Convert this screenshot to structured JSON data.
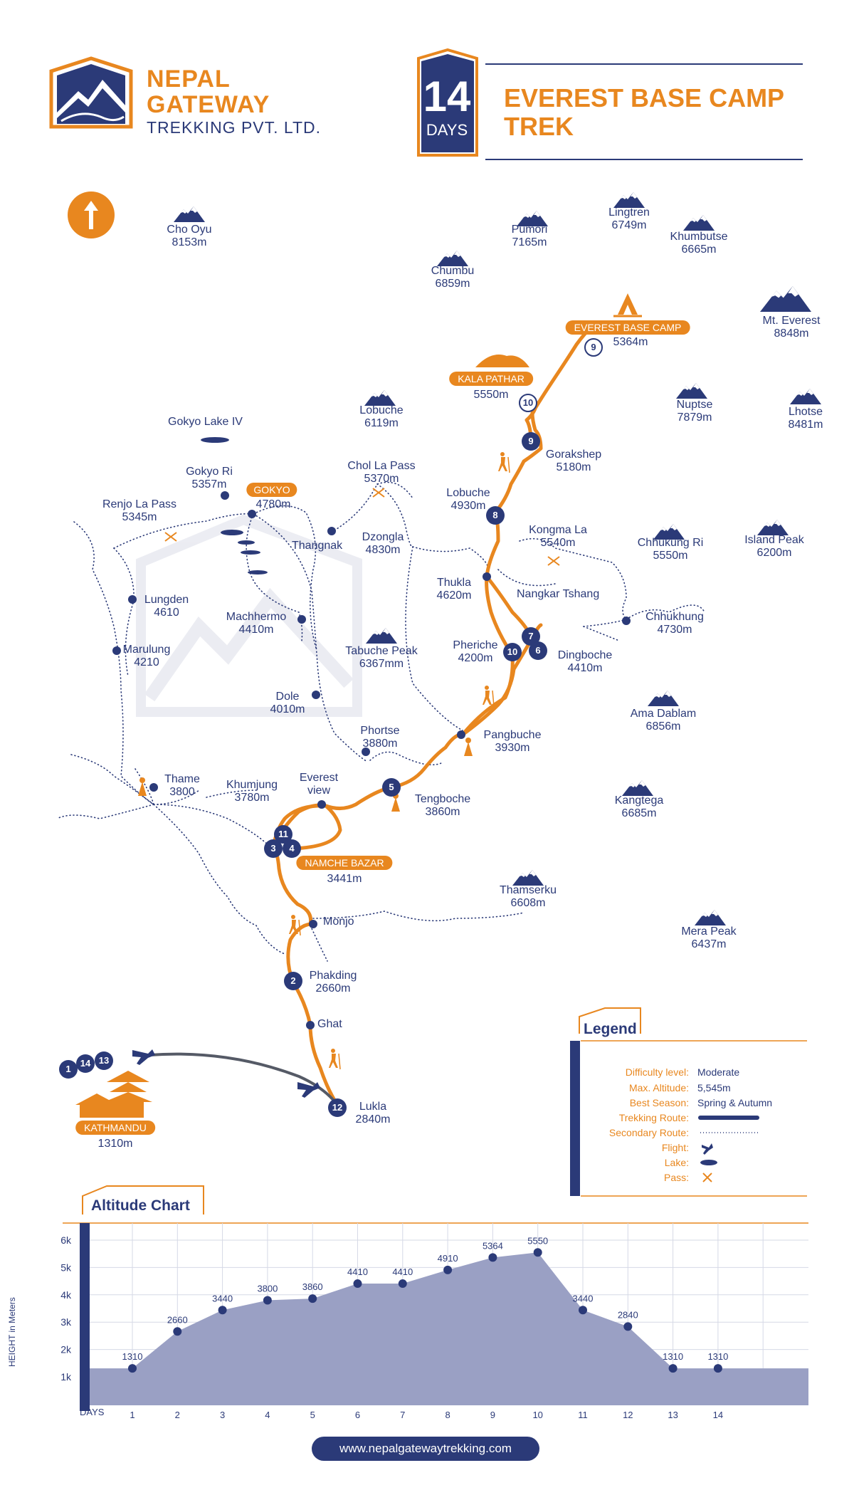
{
  "brand": {
    "line1": "NEPAL",
    "line2": "GATEWAY",
    "line3": "TREKKING PVT. LTD.",
    "website": "www.nepalgatewaytrekking.com"
  },
  "header": {
    "days_number": "14",
    "days_label": "DAYS",
    "title": "EVEREST BASE CAMP TREK"
  },
  "peaks": [
    {
      "name": "Cho Oyu",
      "alt": "8153m"
    },
    {
      "name": "Pumori",
      "alt": "7165m"
    },
    {
      "name": "Lingtren",
      "alt": "6749m"
    },
    {
      "name": "Khumbutse",
      "alt": "6665m"
    },
    {
      "name": "Chumbu",
      "alt": "6859m"
    },
    {
      "name": "Mt. Everest",
      "alt": "8848m"
    },
    {
      "name": "Nuptse",
      "alt": "7879m"
    },
    {
      "name": "Lhotse",
      "alt": "8481m"
    },
    {
      "name": "Lobuche",
      "alt": "6119m"
    },
    {
      "name": "Chhukung Ri",
      "alt": "5550m"
    },
    {
      "name": "Island Peak",
      "alt": "6200m"
    },
    {
      "name": "Tabuche Peak",
      "alt": "6367mm"
    },
    {
      "name": "Ama Dablam",
      "alt": "6856m"
    },
    {
      "name": "Kangtega",
      "alt": "6685m"
    },
    {
      "name": "Thamserku",
      "alt": "6608m"
    },
    {
      "name": "Mera Peak",
      "alt": "6437m"
    }
  ],
  "places": {
    "ebc": {
      "name": "EVEREST BASE CAMP",
      "alt": "5364m"
    },
    "kala_pathar": {
      "name": "KALA PATHAR",
      "alt": "5550m"
    },
    "gorakshep": {
      "name": "Gorakshep",
      "alt": "5180m"
    },
    "lobuche": {
      "name": "Lobuche",
      "alt": "4930m"
    },
    "kongma_la": {
      "name": "Kongma La",
      "alt": "5540m"
    },
    "thukla": {
      "name": "Thukla",
      "alt": "4620m"
    },
    "nangkar": {
      "name": "Nangkar Tshang"
    },
    "chhukhung": {
      "name": "Chhukhung",
      "alt": "4730m"
    },
    "pheriche": {
      "name": "Pheriche",
      "alt": "4200m"
    },
    "dingboche": {
      "name": "Dingboche",
      "alt": "4410m"
    },
    "pangbuche": {
      "name": "Pangbuche",
      "alt": "3930m"
    },
    "tengboche": {
      "name": "Tengboche",
      "alt": "3860m"
    },
    "phortse": {
      "name": "Phortse",
      "alt": "3880m"
    },
    "everest_view": {
      "name1": "Everest",
      "name2": "view"
    },
    "khumjung": {
      "name": "Khumjung",
      "alt": "3780m"
    },
    "namche": {
      "name": "NAMCHE BAZAR",
      "alt": "3441m"
    },
    "thame": {
      "name": "Thame",
      "alt": "3800"
    },
    "monjo": {
      "name": "Monjo"
    },
    "phakding": {
      "name": "Phakding",
      "alt": "2660m"
    },
    "ghat": {
      "name": "Ghat"
    },
    "lukla": {
      "name": "Lukla",
      "alt": "2840m"
    },
    "kathmandu": {
      "name": "KATHMANDU",
      "alt": "1310m"
    },
    "gokyo_lake": {
      "name": "Gokyo Lake IV"
    },
    "gokyo_ri": {
      "name": "Gokyo Ri",
      "alt": "5357m"
    },
    "gokyo": {
      "name": "GOKYO",
      "alt": "4780m"
    },
    "renjo": {
      "name": "Renjo La Pass",
      "alt": "5345m"
    },
    "chola": {
      "name": "Chol La Pass",
      "alt": "5370m"
    },
    "thangnak": {
      "name": "Thangnak"
    },
    "dzongla": {
      "name": "Dzongla",
      "alt": "4830m"
    },
    "lungden": {
      "name": "Lungden",
      "alt": "4610"
    },
    "machhermo": {
      "name": "Machhermo",
      "alt": "4410m"
    },
    "marulung": {
      "name": "Marulung",
      "alt": "4210"
    },
    "dole": {
      "name": "Dole",
      "alt": "4010m"
    }
  },
  "route_days": {
    "ebc": "9",
    "kala": "10",
    "gorakshep": "9",
    "lobuche": "8",
    "dingboche_a": "7",
    "dingboche_b": "6",
    "pheriche": "10",
    "tengboche": "5",
    "namche_a": "3",
    "namche_b": "4",
    "namche_c": "11",
    "phakding": "2",
    "lukla": "12",
    "ktm_a": "1",
    "ktm_b": "14",
    "ktm_c": "13"
  },
  "legend": {
    "title": "Legend",
    "rows": [
      {
        "key": "Difficulty level:",
        "value": "Moderate"
      },
      {
        "key": "Max. Altitude:",
        "value": "5,545m"
      },
      {
        "key": "Best Season:",
        "value": "Spring & Autumn"
      },
      {
        "key": "Trekking Route:",
        "value": ""
      },
      {
        "key": "Secondary Route:",
        "value": ""
      },
      {
        "key": "Flight:",
        "value": ""
      },
      {
        "key": "Lake:",
        "value": ""
      },
      {
        "key": "Pass:",
        "value": ""
      }
    ]
  },
  "colors": {
    "navy": "#2b3a78",
    "orange": "#e8871f",
    "area": "#9aa0c4"
  },
  "icons": [
    "north-arrow-icon",
    "mountain-icon",
    "camp-tent-icon",
    "hiker-icon",
    "monastery-icon",
    "plane-icon",
    "pass-icon",
    "lake-icon",
    "pagoda-icon"
  ],
  "chart_data": {
    "type": "area",
    "title": "Altitude Chart",
    "xlabel": "DAYS",
    "ylabel": "HEIGHT in Meters",
    "x": [
      1,
      2,
      3,
      4,
      5,
      6,
      7,
      8,
      9,
      10,
      11,
      12,
      13,
      14
    ],
    "values": [
      1310,
      2660,
      3440,
      3800,
      3860,
      4410,
      4410,
      4910,
      5364,
      5550,
      3440,
      2840,
      1310,
      1310
    ],
    "y_ticks": [
      "1k",
      "2k",
      "3k",
      "4k",
      "5k",
      "6k"
    ],
    "ylim": [
      0,
      6000
    ],
    "grid": true
  }
}
